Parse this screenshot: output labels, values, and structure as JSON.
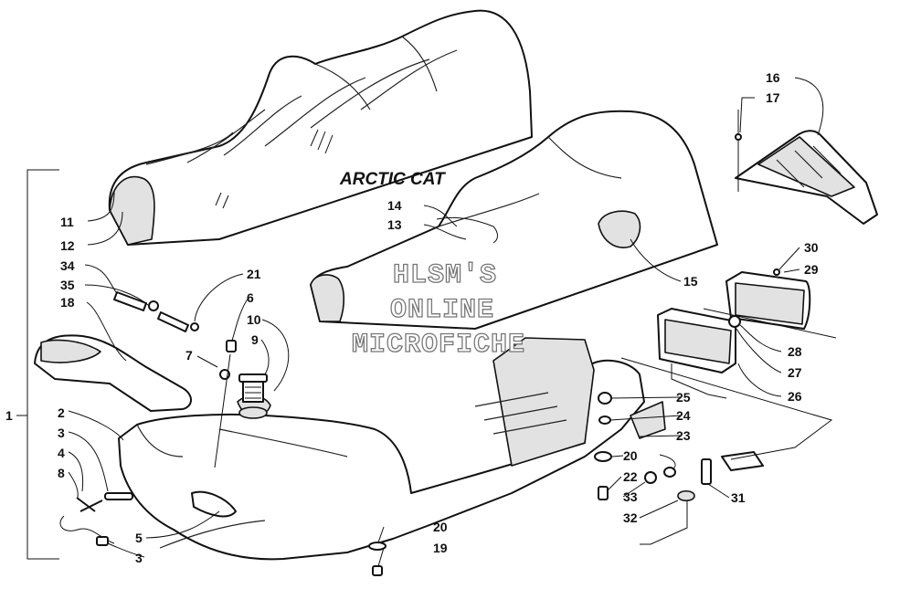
{
  "brand_label": "ARCTIC CAT",
  "watermark": [
    "HLSM'S",
    "ONLINE",
    "MICROFICHE"
  ],
  "callouts": {
    "c1": "1",
    "c2": "2",
    "c3a": "3",
    "c3b": "3",
    "c4": "4",
    "c5": "5",
    "c6": "6",
    "c7": "7",
    "c8": "8",
    "c9": "9",
    "c10": "10",
    "c11": "11",
    "c12": "12",
    "c13": "13",
    "c14": "14",
    "c15": "15",
    "c16": "16",
    "c17": "17",
    "c18": "18",
    "c19": "19",
    "c20a": "20",
    "c20b": "20",
    "c21": "21",
    "c22": "22",
    "c23": "23",
    "c24": "24",
    "c25": "25",
    "c26": "26",
    "c27": "27",
    "c28": "28",
    "c29": "29",
    "c30": "30",
    "c31": "31",
    "c32": "32",
    "c33": "33",
    "c34": "34",
    "c35": "35"
  }
}
